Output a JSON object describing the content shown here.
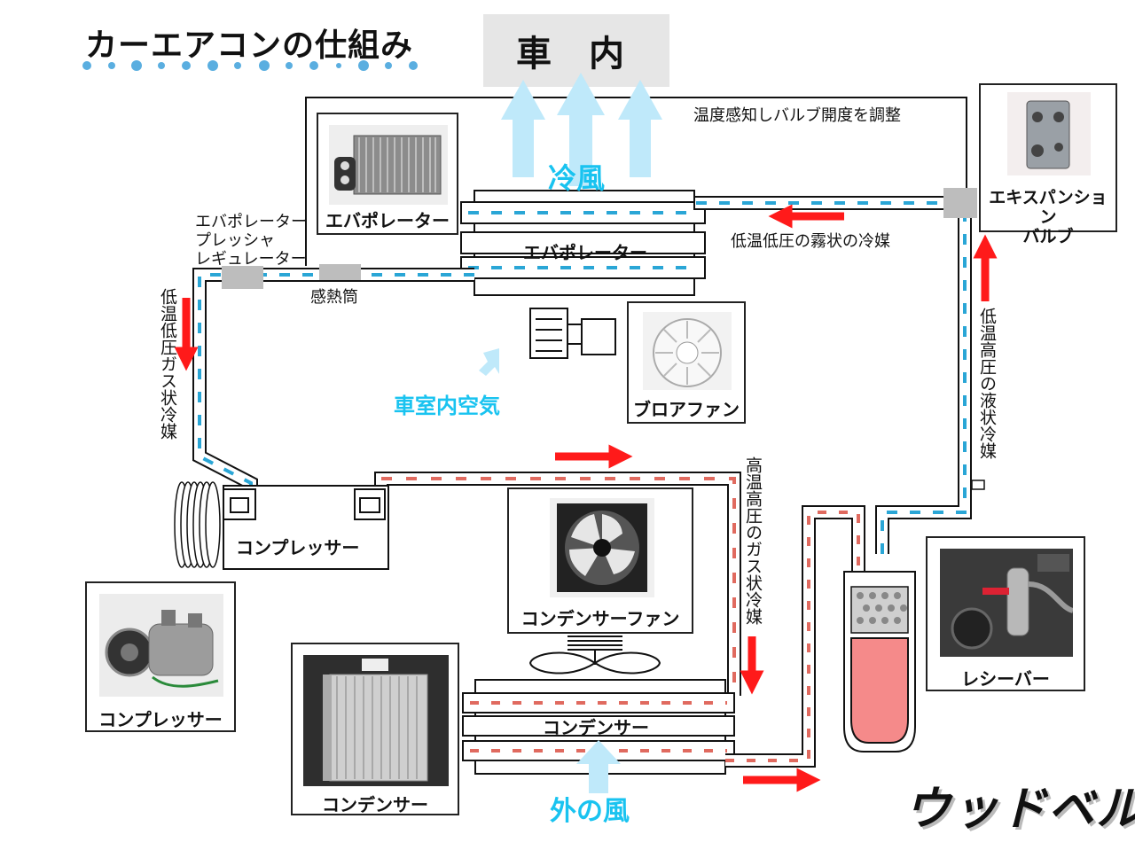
{
  "title": "カーエアコンの仕組み",
  "cabin_label": "車 内",
  "labels": {
    "thermo_valve": "温度感知しバルブ開度を調整",
    "cold_air": "冷風",
    "evaporator_core": "エバポレーター",
    "low_temp_mist": "低温低圧の霧状の冷媒",
    "evap_pressure_regulator_1": "エバポレーター",
    "evap_pressure_regulator_2": "プレッシャ",
    "evap_pressure_regulator_3": "レギュレーター",
    "sensing_bulb": "感熱筒",
    "low_temp_gas": "低温低圧ガス状冷媒",
    "high_temp_liquid": "低温高圧の液状冷媒",
    "cabin_air": "車室内空気",
    "compressor_unit": "コンプレッサー",
    "high_temp_gas": "高温高圧のガス状冷媒",
    "condenser_core": "コンデンサー",
    "outside_air": "外の風"
  },
  "photos": {
    "evaporator": "エバポレーター",
    "expansion_valve_1": "エキスパンション",
    "expansion_valve_2": "バルブ",
    "blower_fan": "ブロアファン",
    "condenser_fan": "コンデンサーファン",
    "receiver": "レシーバー",
    "compressor": "コンプレッサー",
    "condenser": "コンデンサー"
  },
  "logo": "ウッドベル",
  "colors": {
    "cold_line": "#2aa6d6",
    "hot_line": "#e06a5f",
    "arrow_red": "#ff1a1a",
    "cyan": "#19c3f0"
  }
}
